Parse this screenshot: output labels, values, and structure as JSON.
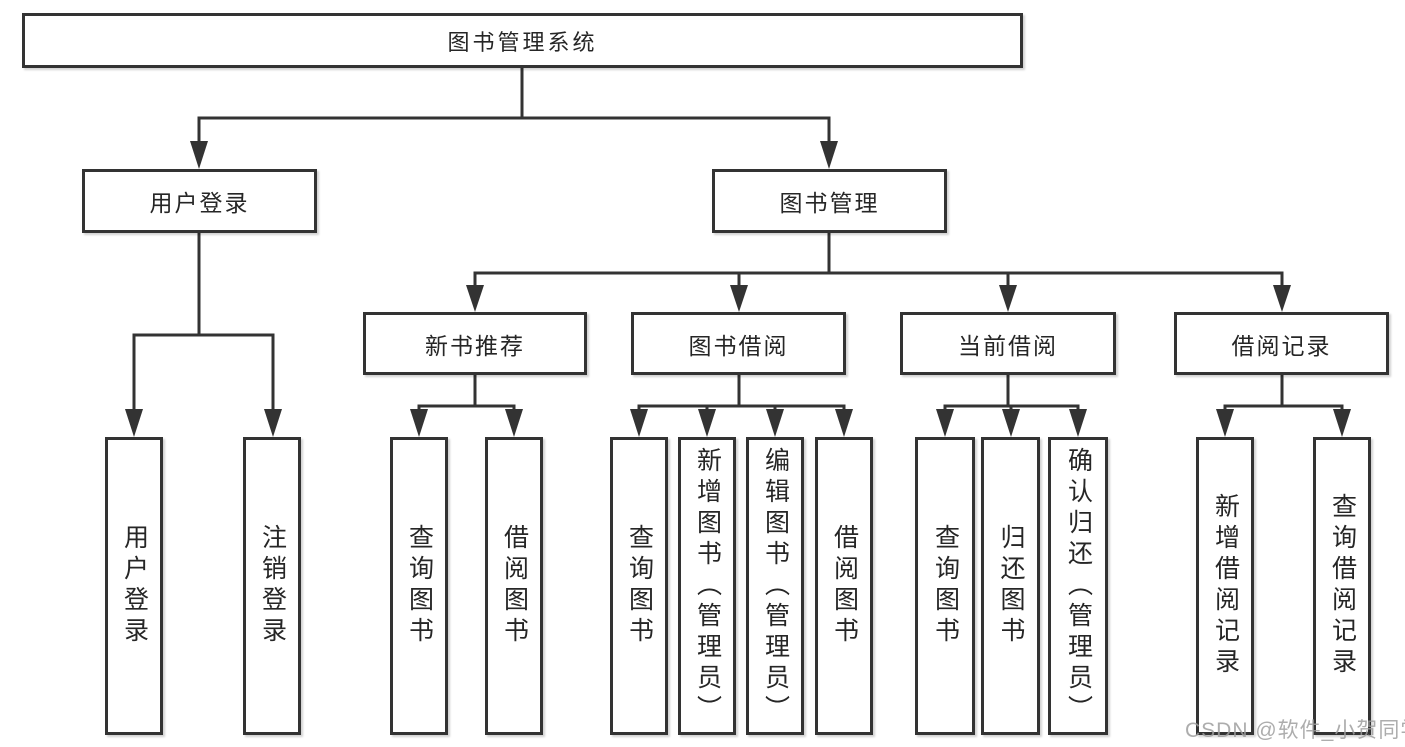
{
  "diagram": {
    "title": "图书管理系统",
    "level2": [
      {
        "label": "用户登录"
      },
      {
        "label": "图书管理"
      }
    ],
    "level3": [
      {
        "label": "新书推荐"
      },
      {
        "label": "图书借阅"
      },
      {
        "label": "当前借阅"
      },
      {
        "label": "借阅记录"
      }
    ],
    "leaves": [
      {
        "label": "用户登录"
      },
      {
        "label": "注销登录"
      },
      {
        "label": "查询图书"
      },
      {
        "label": "借阅图书"
      },
      {
        "label": "查询图书"
      },
      {
        "label": "新增图书（管理员）"
      },
      {
        "label": "编辑图书（管理员）"
      },
      {
        "label": "借阅图书"
      },
      {
        "label": "查询图书"
      },
      {
        "label": "归还图书"
      },
      {
        "label": "确认归还（管理员）"
      },
      {
        "label": "新增借阅记录"
      },
      {
        "label": "查询借阅记录"
      }
    ]
  },
  "watermark": {
    "text": "CSDN @软件_小贺同学"
  },
  "colors": {
    "line": "#333333",
    "text": "#262626",
    "watermark": "#9f9f9f",
    "background": "#ffffff"
  }
}
